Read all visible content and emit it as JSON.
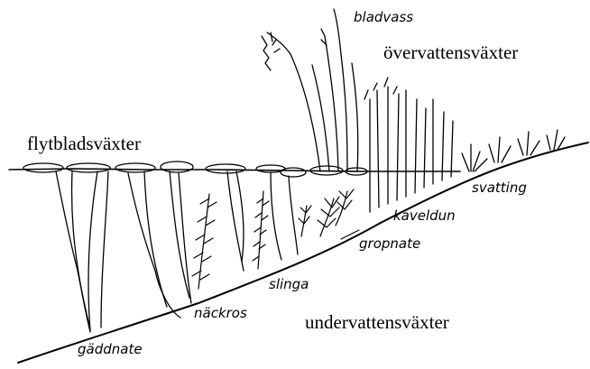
{
  "labels": {
    "bladvass": "bladvass",
    "overvattensvaxter": "övervattensväxter",
    "flytbladsvaxter": "flytbladsväxter",
    "svatting": "svatting",
    "kaveldun": "kaveldun",
    "gropnate": "gropnate",
    "slinga": "slinga",
    "nackros": "näckros",
    "undervattensvaxter": "undervattensväxter",
    "gaddnate": "gäddnate"
  },
  "colors": {
    "ink": "#000000",
    "background": "#ffffff"
  }
}
